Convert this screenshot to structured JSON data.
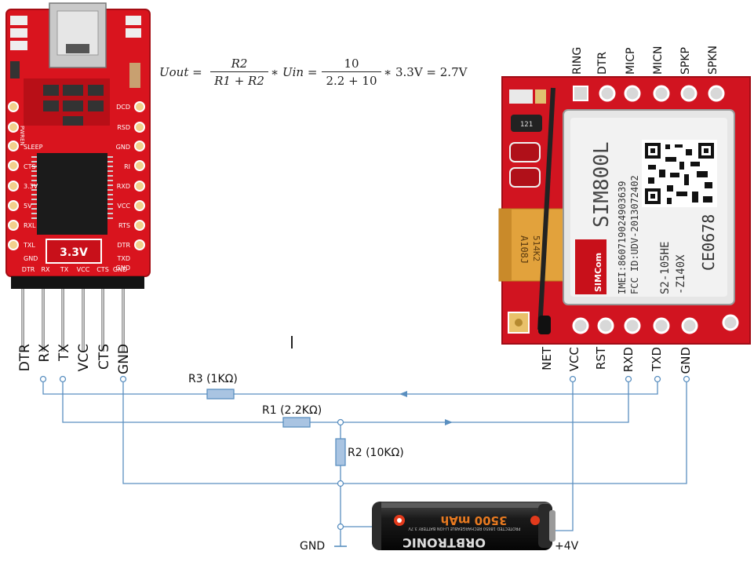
{
  "formula": {
    "lhs": "Uout =",
    "frac1_num": "R2",
    "frac1_den": "R1 + R2",
    "mid": "∗ Uin =",
    "frac2_num": "10",
    "frac2_den": "2.2 + 10",
    "rhs": "∗ 3.3V = 2.7V"
  },
  "ftdi": {
    "left_pins": [
      "PWREN",
      "SLEEP",
      "CTS",
      "3.3V",
      "5V",
      "RXL",
      "TXL",
      "GND"
    ],
    "right_pins": [
      "DCD",
      "RSD",
      "GND",
      "RI",
      "RXD",
      "VCC",
      "RTS",
      "DTR",
      "TXD",
      "GND"
    ],
    "header_row": [
      "DTR",
      "RX",
      "TX",
      "VCC",
      "CTS",
      "GND"
    ],
    "voltage_badge": "3.3V",
    "pin_labels": [
      "DTR",
      "RX",
      "TX",
      "VCC",
      "CTS",
      "GND"
    ]
  },
  "sim800l": {
    "top_pins": [
      "RING",
      "DTR",
      "MICP",
      "MICN",
      "SPKP",
      "SPKN"
    ],
    "bottom_pins": [
      "NET",
      "VCC",
      "RST",
      "RXD",
      "TXD",
      "GND"
    ],
    "module_name": "SIM800L",
    "imei": "IMEI:860719024903639",
    "fcc": "FCC ID:UDV-2013072402",
    "model": "S2-105HE",
    "model2": "-Z140X",
    "ce": "CE0678",
    "brand": "SIMCom",
    "cap_code1": "A108J",
    "cap_code2": "514K2",
    "small_code": "121"
  },
  "resistors": {
    "r3": "R3 (1KΩ)",
    "r1": "R1 (2.2KΩ)",
    "r2": "R2 (10KΩ)"
  },
  "battery": {
    "capacity": "3500 mAh",
    "brand": "ORBTRONIC",
    "fine_print": "PROTECTED 18650 RECHARGEABLE LI-ION BATTERY 3.7V"
  },
  "labels": {
    "gnd": "GND",
    "plus4v": "+4V"
  },
  "colors": {
    "pcb_red": "#d9141e",
    "wire_blue": "#5a8fc0",
    "resistor_fill": "#a9c4e2"
  }
}
